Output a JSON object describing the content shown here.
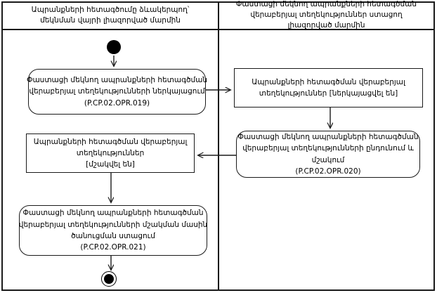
{
  "diagram": {
    "type": "activity-diagram",
    "colors": {
      "line": "#1a1a1a",
      "background": "#ffffff",
      "text": "#000000"
    },
    "lanes": {
      "left": {
        "title": "Ապրանքների հետագծումը ձևակերպող՝ մեկնման վայրի լիազորված մարմին"
      },
      "right": {
        "title": "Փաստացի մեկնող ապրանքների հետագծման վերաբերյալ տեղեկություններ ստացող լիազորված մարմին"
      }
    },
    "nodes": {
      "start": {
        "type": "initial-node"
      },
      "submit_info": {
        "shape": "rounded",
        "lane": "left",
        "lines": [
          "Փաստացի մեկնող ապրանքների հետագծման",
          "վերաբերյալ տեղեկությունների ներկայացում",
          "(P.CP.02.OPR.019)"
        ]
      },
      "info_submitted": {
        "shape": "rect",
        "lane": "right",
        "lines": [
          "Ապրանքների հետագծման վերաբերյալ",
          "տեղեկություններ [ներկայացվել են]"
        ]
      },
      "receive_and_process": {
        "shape": "rounded",
        "lane": "right",
        "lines": [
          "Փաստացի մեկնող ապրանքների հետագծման",
          "վերաբերյալ տեղեկությունների ընդունում և",
          "մշակում",
          "(P.CP.02.OPR.020)"
        ]
      },
      "info_processed": {
        "shape": "rect",
        "lane": "left",
        "lines": [
          "Ապրանքների հետագծման վերաբերյալ",
          "տեղեկություններ",
          "[մշակվել են]"
        ]
      },
      "receive_notification": {
        "shape": "rounded",
        "lane": "left",
        "lines": [
          "Փաստացի մեկնող ապրանքների հետագծման",
          "վերաբերյալ տեղեկությունների մշակման մասին",
          "ծանուցման ստացում",
          "(P.CP.02.OPR.021)"
        ]
      },
      "end": {
        "type": "final-node"
      }
    }
  }
}
